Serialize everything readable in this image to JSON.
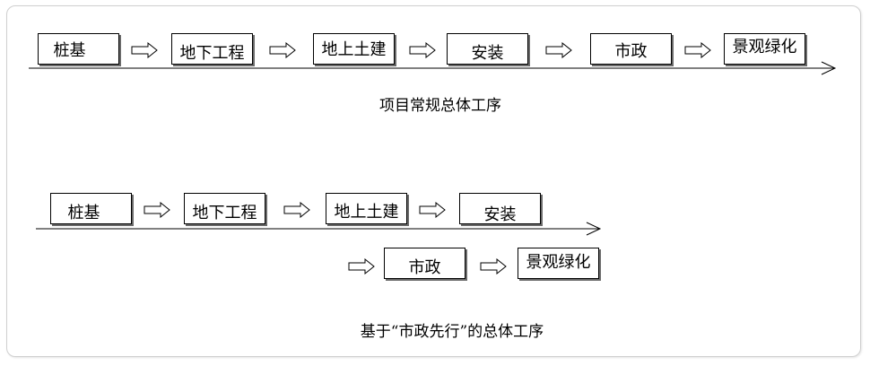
{
  "diagram1": {
    "steps": [
      "桩基",
      "地下工程",
      "地上土建",
      "安装",
      "市政",
      "景观绿化"
    ],
    "caption": "项目常规总体工序"
  },
  "diagram2": {
    "row1": [
      "桩基",
      "地下工程",
      "地上土建",
      "安装"
    ],
    "row2": [
      "市政",
      "景观绿化"
    ],
    "caption": "基于“市政先行”的总体工序"
  },
  "colors": {
    "stroke": "#000000",
    "shadow": "#6a6a6a",
    "frame": "#cfcfcf"
  }
}
